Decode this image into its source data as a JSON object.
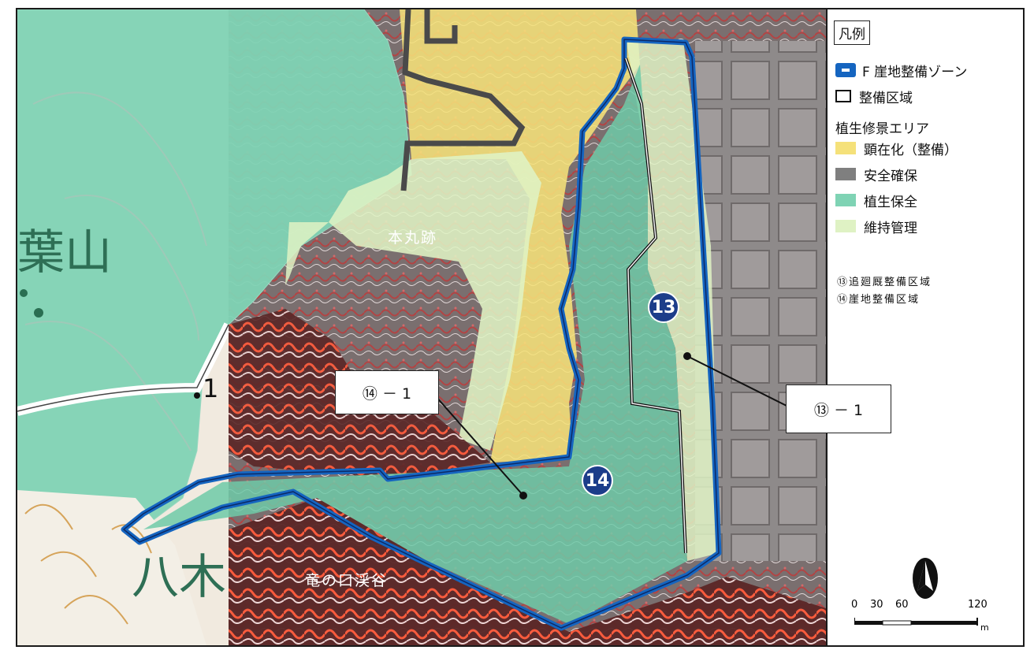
{
  "legend": {
    "title": "凡例",
    "zone_label": "F 崖地整備ゾーン",
    "boundary_label": "整備区域",
    "vegetation_heading": "植生修景エリア",
    "items": [
      {
        "label": "顕在化（整備）",
        "color": "#f5e17a"
      },
      {
        "label": "安全確保",
        "color": "#7f7f7f"
      },
      {
        "label": "植生保全",
        "color": "#7fd3b4"
      },
      {
        "label": "維持管理",
        "color": "#dff2c4"
      }
    ],
    "notes": [
      "⑬追廻厩整備区域",
      "⑭崖地整備区域"
    ]
  },
  "map": {
    "place_labels": {
      "honmaru": "本丸跡",
      "ryunokuchi": "竜の口渓谷",
      "aobayama": "葉山",
      "yagi": "八木",
      "digit_one": "1"
    },
    "zone_numbers": {
      "zone13": "13",
      "zone14": "14"
    },
    "callouts": {
      "c13": "⑬ － 1",
      "c14": "⑭ － 1"
    }
  },
  "scale_bar": {
    "ticks": [
      "0",
      "30",
      "60",
      "120"
    ],
    "unit": "m"
  },
  "colors": {
    "zone_border": "#1565c0",
    "boundary": "#111111",
    "map_green": "#7fd3b4",
    "terrain_red": "#c0392b"
  }
}
